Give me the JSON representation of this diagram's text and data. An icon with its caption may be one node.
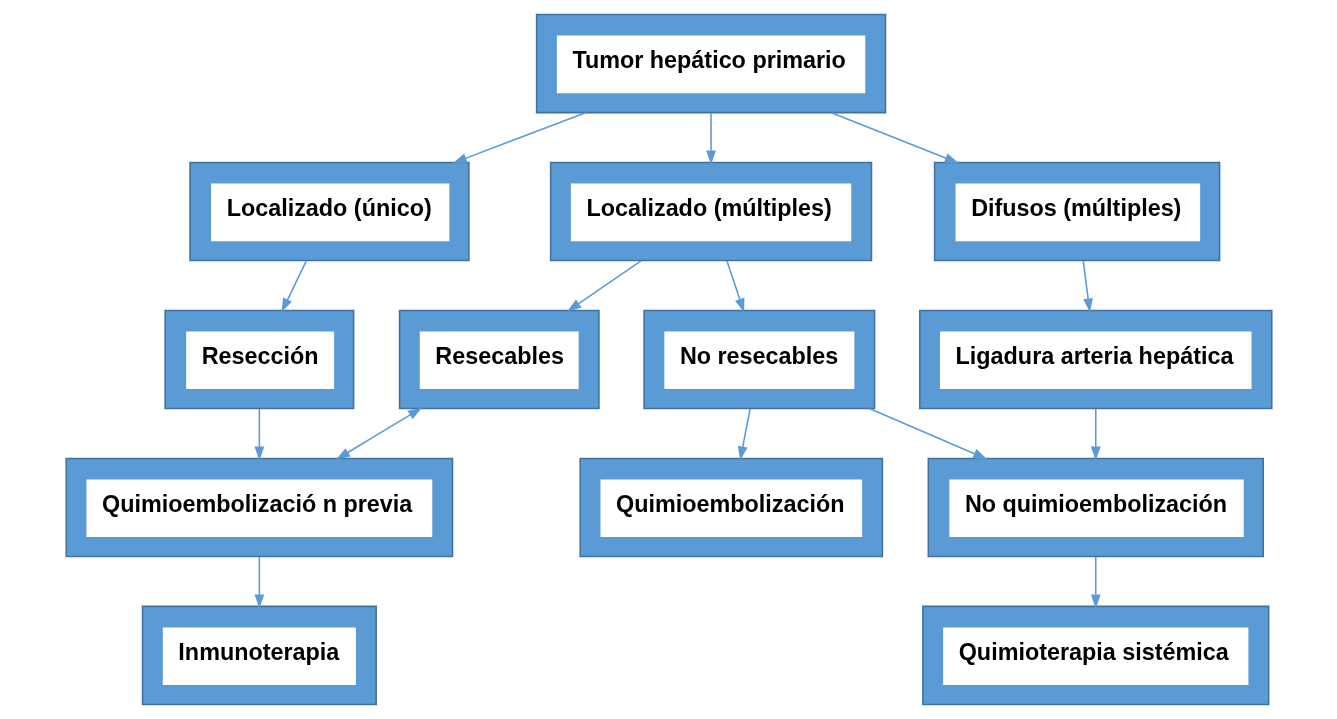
{
  "diagram": {
    "nodes": [
      {
        "text": [
          "Tumor hepático primario"
        ]
      },
      {
        "text": [
          "Localizado (único)"
        ]
      },
      {
        "text": [
          "Localizado (múltiples)"
        ]
      },
      {
        "text": [
          "Difusos (múltiples)"
        ]
      },
      {
        "text": [
          "Resección"
        ]
      },
      {
        "text": [
          "Resecables"
        ]
      },
      {
        "text": [
          "No resecables"
        ]
      },
      {
        "text": [
          "Ligadura arteria hepática"
        ]
      },
      {
        "text": [
          "Quimioembolizació n previa"
        ]
      },
      {
        "text": [
          "Quimioembolización"
        ]
      },
      {
        "text": [
          "No quimioembolización"
        ]
      },
      {
        "text": [
          "Inmunoterapia"
        ]
      },
      {
        "text": [
          "Quimioterapia sistémica"
        ]
      }
    ],
    "edges": [
      {
        "from": 0,
        "to": 1,
        "arrow": "to"
      },
      {
        "from": 0,
        "to": 2,
        "arrow": "to"
      },
      {
        "from": 0,
        "to": 3,
        "arrow": "to"
      },
      {
        "from": 1,
        "to": 4,
        "arrow": "to"
      },
      {
        "from": 2,
        "to": 5,
        "arrow": "to"
      },
      {
        "from": 2,
        "to": 6,
        "arrow": "to"
      },
      {
        "from": 3,
        "to": 7,
        "arrow": "to"
      },
      {
        "from": 4,
        "to": 8,
        "arrow": "to"
      },
      {
        "from": 8,
        "to": 5,
        "arrow": "both"
      },
      {
        "from": 6,
        "to": 9,
        "arrow": "to"
      },
      {
        "from": 6,
        "to": 10,
        "arrow": "to"
      },
      {
        "from": 7,
        "to": 10,
        "arrow": "to"
      },
      {
        "from": 8,
        "to": 11,
        "arrow": "to"
      },
      {
        "from": 10,
        "to": 12,
        "arrow": "to"
      }
    ]
  }
}
